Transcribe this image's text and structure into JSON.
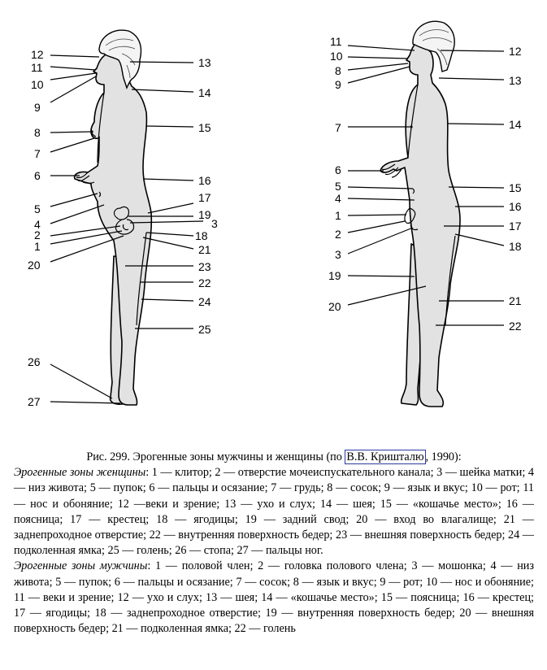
{
  "figure": {
    "female_labels": {
      "left": [
        "12",
        "11",
        "10",
        "9",
        "8",
        "7",
        "6",
        "5",
        "4",
        "2",
        "1",
        "20",
        "26",
        "27"
      ],
      "right": [
        "13",
        "14",
        "15",
        "16",
        "17",
        "19",
        "3",
        "18",
        "21",
        "23",
        "22",
        "24",
        "25"
      ]
    },
    "male_labels": {
      "left": [
        "11",
        "10",
        "8",
        "9",
        "7",
        "6",
        "5",
        "4",
        "1",
        "2",
        "3",
        "19",
        "20"
      ],
      "right": [
        "12",
        "13",
        "14",
        "15",
        "16",
        "17",
        "18",
        "21",
        "22"
      ]
    }
  },
  "caption": {
    "title_prefix": "Рис. 299. Эрогенные зоны мужчины и женщины (по ",
    "title_link": "В.В. Кришталю",
    "title_suffix": ", 1990):",
    "female_heading": "Эрогенные зоны женщины",
    "female_text": ": 1 — клитор; 2 — отверстие мочеиспускательного канала; 3 — шейка матки; 4 — низ живота; 5 — пупок; 6 — пальцы и осязание; 7 — грудь; 8 — сосок; 9 — язык и вкус; 10 — рот; 11 — нос и обоняние; 12 —веки и зрение; 13 — ухо и слух; 14 — шея; 15 — «кошачье место»; 16 — поясница; 17 — крестец; 18 — ягодицы; 19 — задний свод; 20 — вход во влагалище; 21 — заднепроходное отверстие; 22 — внутренняя поверхность бедер; 23 — внешняя поверхность бедер; 24 — подколенная ямка; 25 — голень; 26 — стопа; 27 — пальцы ног.",
    "male_heading": "Эрогенные зоны мужчины",
    "male_text": ": 1 — половой член; 2 — головка полового члена; 3 — мошонка; 4 — низ живота; 5 — пупок; 6 — пальцы и осязание; 7 — сосок; 8 — язык и вкус; 9 — рот; 10 — нос и обоняние; 11 — веки и зрение; 12 — ухо и слух; 13 — шея; 14 — «кошачье место»; 15 — поясница; 16 — крестец; 17 — ягодицы; 18 — заднепроходное отверстие; 19 — внутренняя поверхность бедер; 20 — внешняя поверхность бедер; 21 — подколенная ямка; 22 — голень"
  }
}
